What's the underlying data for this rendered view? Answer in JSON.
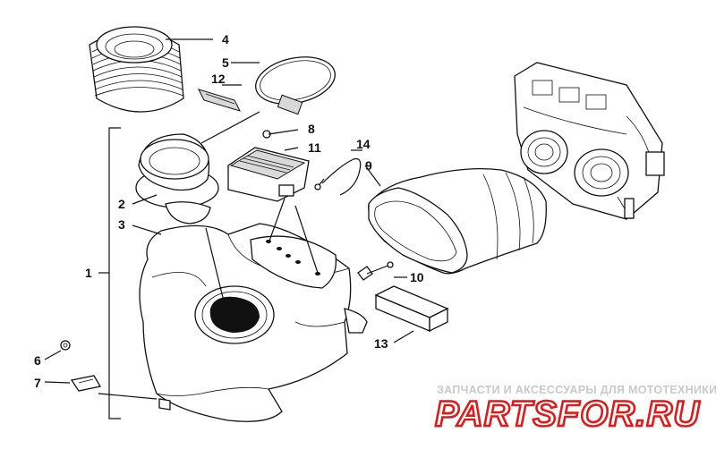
{
  "diagram": {
    "callouts": [
      "1",
      "2",
      "3",
      "4",
      "5",
      "6",
      "7",
      "8",
      "9",
      "10",
      "11",
      "12",
      "13",
      "14"
    ]
  },
  "watermark": {
    "tagline": "ЗАПЧАСТИ И АКСЕССУАРЫ ДЛЯ МОТОТЕХНИКИ",
    "logo_text": "PARTSFOR.RU",
    "logo_color": "#e01a1a"
  }
}
